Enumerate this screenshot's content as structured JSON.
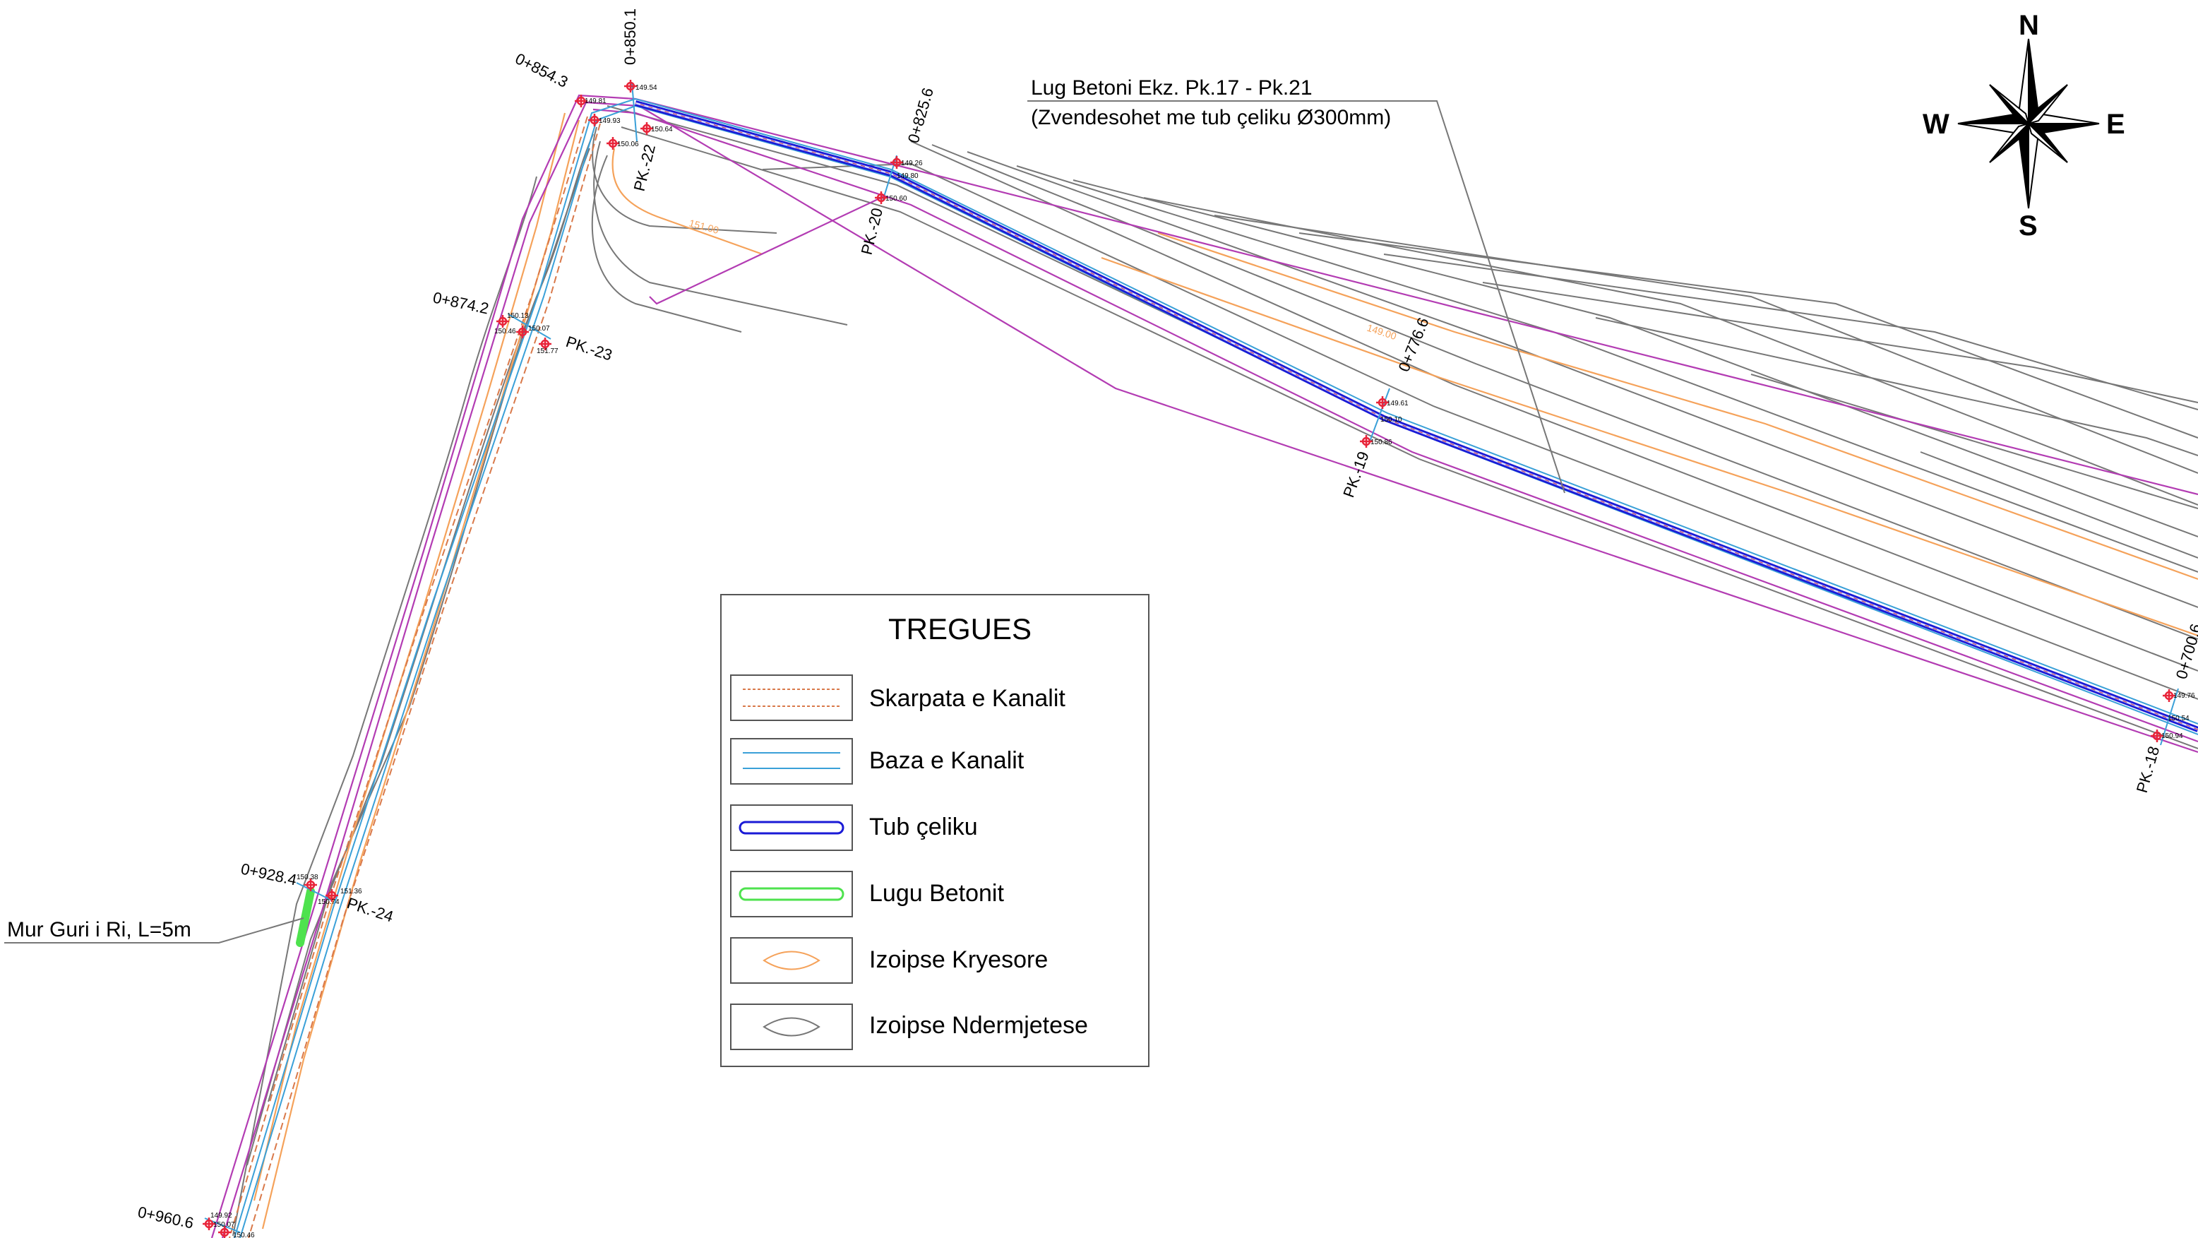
{
  "legend": {
    "title": "TREGUES",
    "items": [
      {
        "label": "Skarpata e Kanalit",
        "symbol": "slope"
      },
      {
        "label": "Baza e Kanalit",
        "symbol": "base"
      },
      {
        "label": "Tub çeliku",
        "symbol": "steel-pipe",
        "color": "#1a1ad6"
      },
      {
        "label": "Lugu Betonit",
        "symbol": "concrete-channel",
        "color": "#4ee24e"
      },
      {
        "label": "Izoipse Kryesore",
        "symbol": "contour-major",
        "color": "#f5a25a"
      },
      {
        "label": "Izoipse Ndermjetese",
        "symbol": "contour-minor",
        "color": "#777777"
      }
    ]
  },
  "annotations": {
    "lug_line1": "Lug Betoni Ekz. Pk.17 - Pk.21",
    "lug_line2": "(Zvendesohet me tub çeliku Ø300mm)",
    "mur_guri": "Mur Guri i Ri, L=5m"
  },
  "compass": {
    "n": "N",
    "s": "S",
    "e": "E",
    "w": "W"
  },
  "chainages": [
    "0+850.1",
    "0+854.3",
    "0+825.6",
    "0+776.6",
    "0+700.6",
    "0+874.2",
    "0+928.4",
    "0+960.6"
  ],
  "stations": [
    "PK.-22",
    "PK.-20",
    "PK.-19",
    "PK.-18",
    "PK.-23",
    "PK.-24"
  ],
  "contour_labels": [
    "151.00",
    "149.00"
  ],
  "elevations": [
    "149.54",
    "149.81",
    "149.93",
    "150.64",
    "150.06",
    "149.26",
    "149.80",
    "150.60",
    "149.61",
    "150.10",
    "150.86",
    "149.76",
    "150.54",
    "150.94",
    "150.13",
    "150.07",
    "150.46",
    "151.77",
    "150.38",
    "151.36",
    "150.74",
    "149.92",
    "150.07",
    "150.46"
  ],
  "colors": {
    "steel_pipe": "#1a1ad6",
    "boundary": "#b33cb3",
    "contour_major": "#f5a25a",
    "contour_minor": "#777777",
    "base": "#3aa0d8",
    "slope": "#d9794a",
    "concrete": "#4ee24e",
    "survey_point": "#e8253a"
  }
}
